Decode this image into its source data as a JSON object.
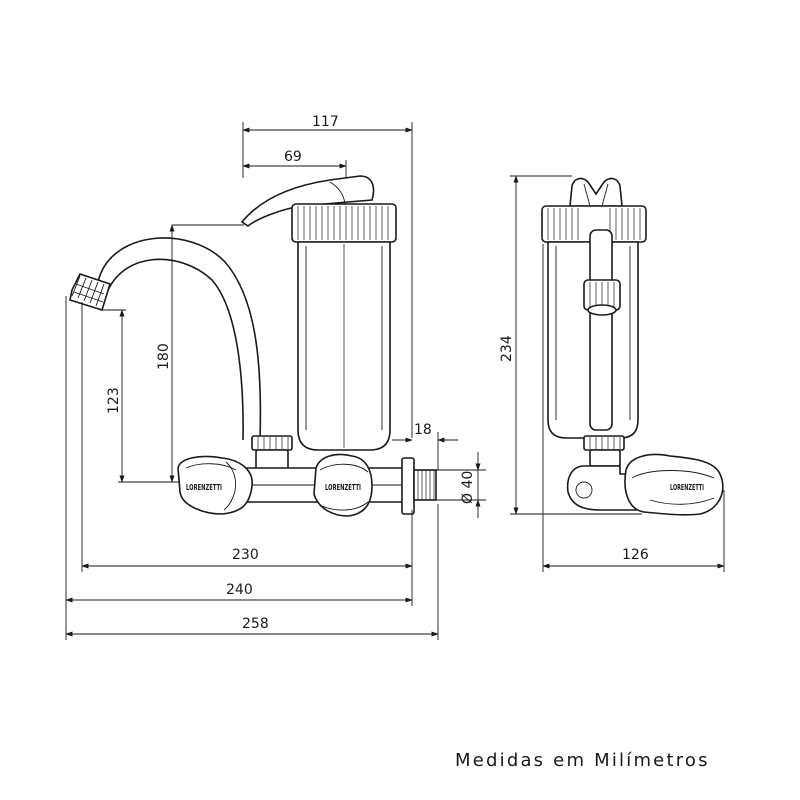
{
  "dimensions": {
    "d117": "117",
    "d69": "69",
    "d180": "180",
    "d123": "123",
    "d18": "18",
    "d40": "Ø 40",
    "d230": "230",
    "d240": "240",
    "d258": "258",
    "d234": "234",
    "d126": "126"
  },
  "logo_text": "LORENZETTI",
  "caption": "Medidas em Milímetros"
}
